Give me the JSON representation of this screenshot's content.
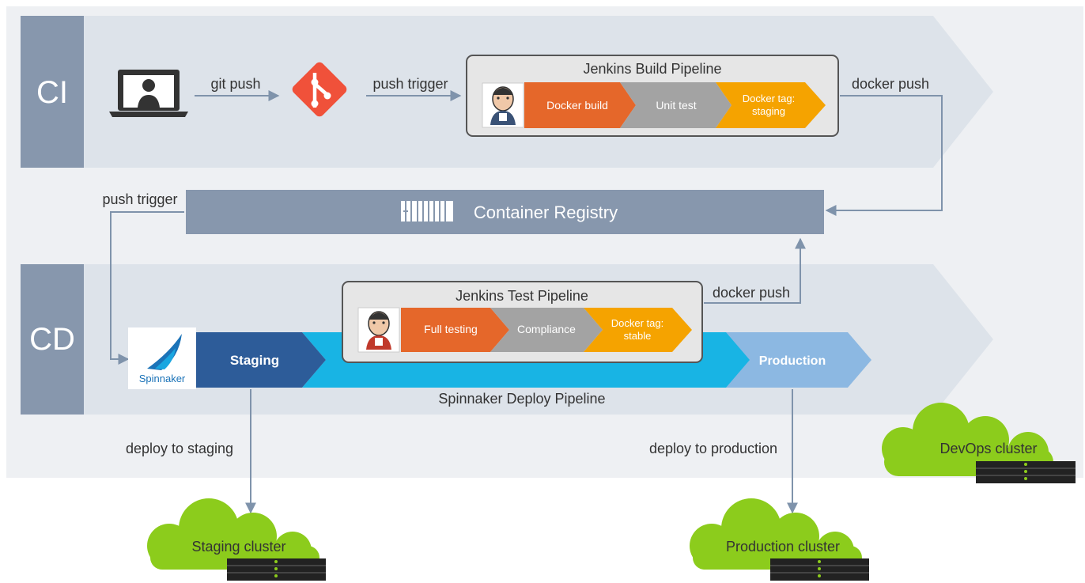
{
  "colors": {
    "outer_bg": "#eef0f3",
    "band": "#dde3ea",
    "band_label": "#8797ad",
    "registry": "#8797ad",
    "arrow": "#7f93ab",
    "orange": "#e5672a",
    "gray": "#a3a3a3",
    "amber": "#f5a300",
    "spin_dark": "#2d5c99",
    "spin_cyan": "#18b4e4",
    "spin_light": "#8cb8e2",
    "cloud": "#8ccc1c",
    "git": "#f0513a",
    "text": "#333333"
  },
  "bands": {
    "ci_label": "CI",
    "cd_label": "CD"
  },
  "ci": {
    "git_push_label": "git push",
    "push_trigger_label": "push trigger",
    "docker_push_label": "docker push",
    "icons": [
      "laptop-user-icon",
      "git-icon",
      "jenkins-icon"
    ],
    "build_pipeline": {
      "title": "Jenkins Build Pipeline",
      "stages": [
        "Docker build",
        "Unit test",
        "Docker tag:",
        "staging"
      ]
    }
  },
  "registry": {
    "label": "Container Registry",
    "push_trigger_label": "push trigger",
    "icon": "container-icon"
  },
  "cd": {
    "docker_push_label": "docker push",
    "test_pipeline": {
      "title": "Jenkins Test Pipeline",
      "stages": [
        "Full testing",
        "Compliance",
        "Docker tag:",
        "stable"
      ]
    },
    "spinnaker_logo_text": "Spinnaker",
    "staging_stage": "Staging",
    "production_stage": "Production",
    "deploy_pipeline_label": "Spinnaker Deploy Pipeline"
  },
  "deploy": {
    "staging_label": "deploy to staging",
    "production_label": "deploy to production"
  },
  "clusters": {
    "staging": "Staging cluster",
    "production": "Production cluster",
    "devops": "DevOps cluster"
  }
}
